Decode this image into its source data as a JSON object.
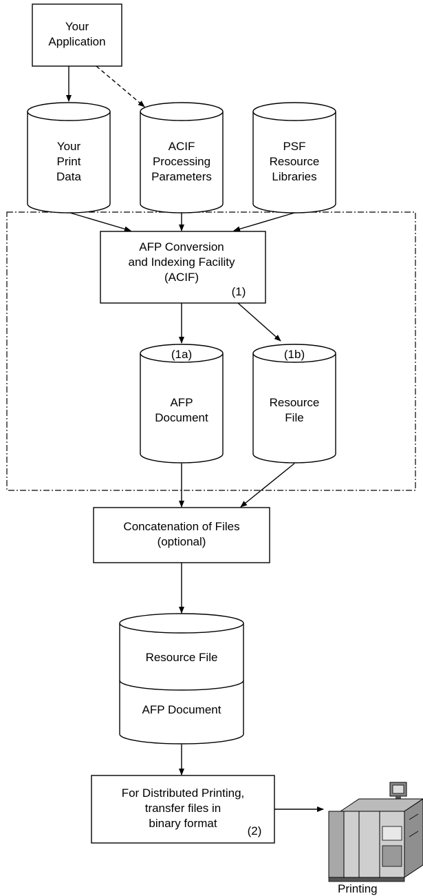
{
  "nodes": {
    "application": {
      "lines": [
        "Your",
        "Application"
      ]
    },
    "print_data": {
      "lines": [
        "Your",
        "Print",
        "Data"
      ]
    },
    "acif_parameters": {
      "lines": [
        "ACIF",
        "Processing",
        "Parameters"
      ]
    },
    "psf_libraries": {
      "lines": [
        "PSF",
        "Resource",
        "Libraries"
      ]
    },
    "acif": {
      "lines": [
        "AFP Conversion",
        "and Indexing Facility",
        "(ACIF)"
      ],
      "tag": "(1)"
    },
    "afp_document": {
      "tag": "(1a)",
      "lines": [
        "AFP",
        "Document"
      ]
    },
    "resource_file": {
      "tag": "(1b)",
      "lines": [
        "Resource",
        "File"
      ]
    },
    "concatenation": {
      "lines": [
        "Concatenation of Files",
        "(optional)"
      ]
    },
    "combined": {
      "top": "Resource File",
      "bottom": "AFP Document"
    },
    "transfer": {
      "lines": [
        "For Distributed Printing,",
        "transfer files in",
        "binary format"
      ],
      "tag": "(2)"
    },
    "printer": {
      "label": "Printing"
    }
  }
}
